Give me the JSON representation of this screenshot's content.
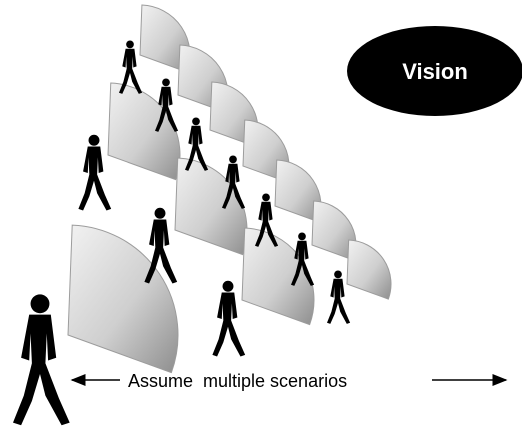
{
  "diagram": {
    "vision_label": "Vision",
    "caption": "Assume  multiple scenarios",
    "colors": {
      "oval_fill": "#000000",
      "oval_text": "#ffffff",
      "sector_light": "#ececec",
      "sector_dark": "#9a9a9a",
      "figure": "#000000",
      "background": "#ffffff"
    },
    "icons": [
      "sector-shape",
      "walking-person-icon",
      "arrow-left-icon",
      "arrow-right-icon"
    ]
  }
}
